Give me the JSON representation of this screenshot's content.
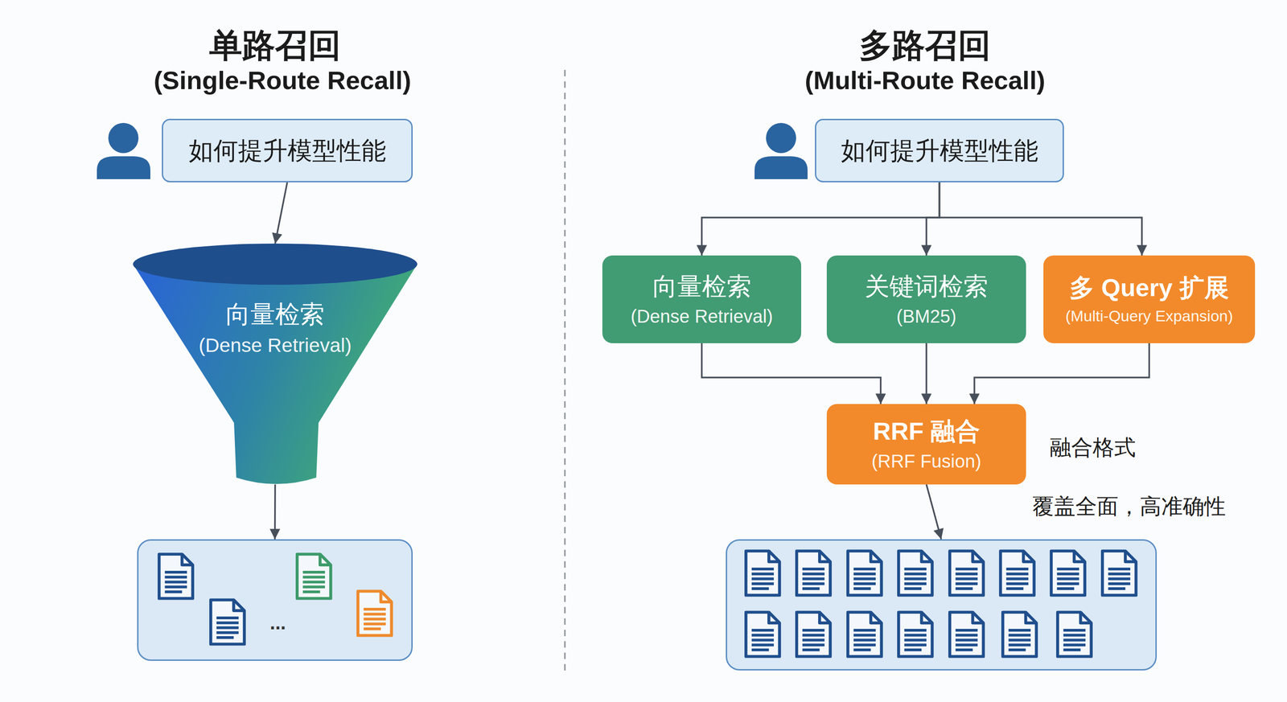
{
  "diagram": {
    "nodes": [
      {
        "text": [
          "如何提升模型性能"
        ]
      },
      {
        "text": [
          "向量检索",
          "(Dense Retrieval)"
        ]
      },
      {
        "text": [
          "..."
        ]
      },
      {
        "text": [
          "如何提升模型性能"
        ]
      },
      {
        "text": [
          "向量检索",
          "(Dense Retrieval)"
        ]
      },
      {
        "text": [
          "关键词检索",
          "(BM25)"
        ]
      },
      {
        "text": [
          "多 Query 扩展",
          "(Multi-Query Expansion)"
        ]
      },
      {
        "text": [
          "RRF 融合",
          "(RRF Fusion)"
        ]
      },
      {
        "text": []
      }
    ],
    "edges": [
      {
        "from": 0,
        "to": 1,
        "arrow": "to"
      },
      {
        "from": 1,
        "to": 2,
        "arrow": "to"
      },
      {
        "from": 3,
        "to": 4,
        "arrow": "to"
      },
      {
        "from": 3,
        "to": 5,
        "arrow": "to"
      },
      {
        "from": 3,
        "to": 6,
        "arrow": "to"
      },
      {
        "from": 4,
        "to": 7,
        "arrow": "to"
      },
      {
        "from": 5,
        "to": 7,
        "arrow": "to"
      },
      {
        "from": 6,
        "to": 7,
        "arrow": "to"
      },
      {
        "from": 7,
        "to": 8,
        "arrow": "to"
      }
    ],
    "labels": [
      "单路召回",
      "(Single-Route Recall)",
      "多路召回",
      "(Multi-Route Recall)",
      "融合格式",
      "覆盖全面，高准确性"
    ]
  }
}
